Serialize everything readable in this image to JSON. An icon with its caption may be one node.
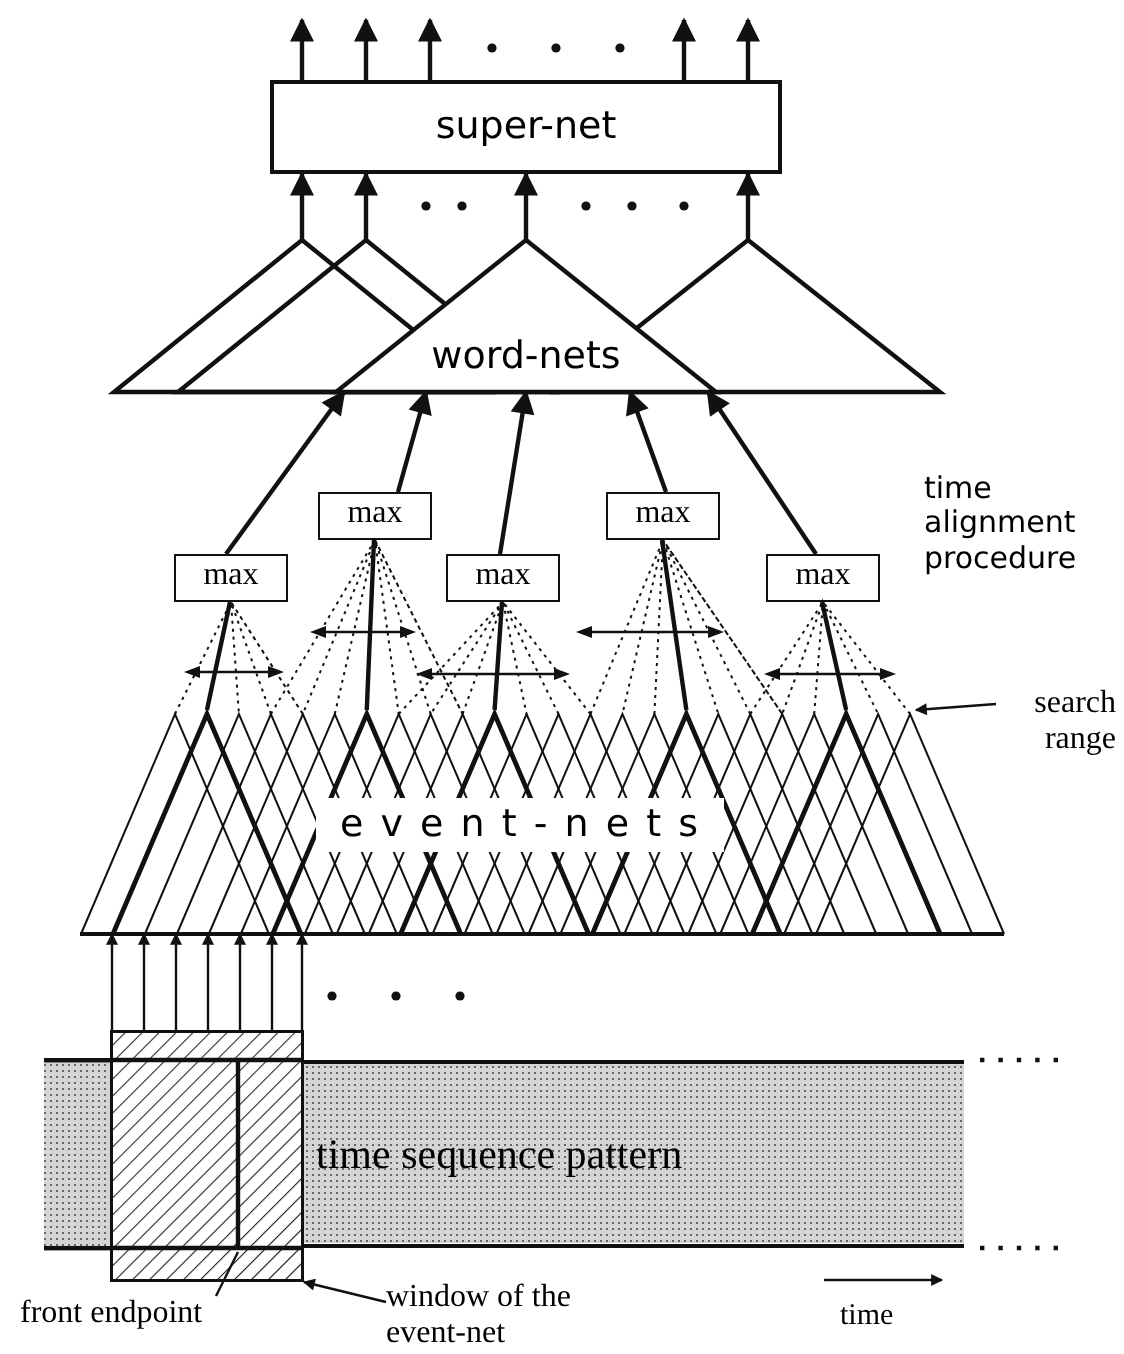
{
  "diagram": {
    "nodes": [
      {
        "text": [
          "super-net"
        ]
      },
      {
        "text": [],
        "shape": "triangle"
      },
      {
        "text": [],
        "shape": "triangle"
      },
      {
        "text": [
          "word-nets"
        ]
      },
      {
        "text": [],
        "shape": "triangle"
      },
      {
        "text": [
          "max"
        ]
      },
      {
        "text": [
          "max"
        ]
      },
      {
        "text": [
          "max"
        ]
      },
      {
        "text": [
          "max"
        ]
      },
      {
        "text": [
          "max"
        ]
      },
      {
        "text": [
          "event-nets"
        ]
      },
      {
        "text": [],
        "shape": "box"
      },
      {
        "text": [
          "time sequence pattern"
        ]
      },
      {
        "text": [
          "search range"
        ]
      },
      {
        "text": [
          "front endpoint"
        ]
      },
      {
        "text": [
          "window of the event-net"
        ]
      }
    ],
    "edges": [
      {
        "from": 0,
        "to": null,
        "arrow": "to"
      },
      {
        "from": 0,
        "to": null,
        "arrow": "to"
      },
      {
        "from": 0,
        "to": null,
        "arrow": "to"
      },
      {
        "from": 0,
        "to": null,
        "arrow": "to"
      },
      {
        "from": 0,
        "to": null,
        "arrow": "to"
      },
      {
        "from": 1,
        "to": 0,
        "arrow": "to"
      },
      {
        "from": 2,
        "to": 0,
        "arrow": "to"
      },
      {
        "from": 3,
        "to": 0,
        "arrow": "to"
      },
      {
        "from": 4,
        "to": 0,
        "arrow": "to"
      },
      {
        "from": 5,
        "to": 3,
        "arrow": "to"
      },
      {
        "from": 6,
        "to": 3,
        "arrow": "to"
      },
      {
        "from": 7,
        "to": 3,
        "arrow": "to"
      },
      {
        "from": 8,
        "to": 3,
        "arrow": "to"
      },
      {
        "from": 9,
        "to": 3,
        "arrow": "to"
      },
      {
        "from": 10,
        "to": 5,
        "arrow": "none"
      },
      {
        "from": 10,
        "to": 6,
        "arrow": "none"
      },
      {
        "from": 10,
        "to": 7,
        "arrow": "none"
      },
      {
        "from": 10,
        "to": 8,
        "arrow": "none"
      },
      {
        "from": 10,
        "to": 9,
        "arrow": "none"
      },
      {
        "from": 11,
        "to": 10,
        "arrow": "to"
      },
      {
        "from": 11,
        "to": 10,
        "arrow": "to"
      },
      {
        "from": 11,
        "to": 10,
        "arrow": "to"
      },
      {
        "from": 11,
        "to": 10,
        "arrow": "to"
      },
      {
        "from": 11,
        "to": 10,
        "arrow": "to"
      },
      {
        "from": 11,
        "to": 10,
        "arrow": "to"
      },
      {
        "from": 11,
        "to": 10,
        "arrow": "to"
      },
      {
        "from": 13,
        "to": 10,
        "arrow": "to"
      },
      {
        "from": 14,
        "to": 11,
        "arrow": "none"
      },
      {
        "from": 15,
        "to": 11,
        "arrow": "to"
      },
      {
        "from": 10,
        "to": 5,
        "arrow": "none",
        "style": "dashed"
      },
      {
        "from": 10,
        "to": 6,
        "arrow": "none",
        "style": "dashed"
      },
      {
        "from": 10,
        "to": 7,
        "arrow": "none",
        "style": "dashed"
      },
      {
        "from": 10,
        "to": 8,
        "arrow": "none",
        "style": "dashed"
      },
      {
        "from": 10,
        "to": 9,
        "arrow": "none",
        "style": "dashed"
      }
    ],
    "labels": [
      "time alignment procedure",
      "time"
    ]
  }
}
